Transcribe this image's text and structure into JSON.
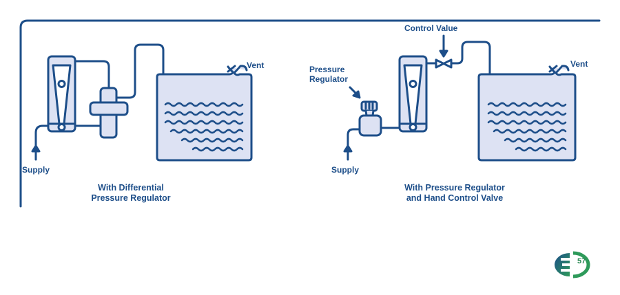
{
  "diagram": {
    "colors": {
      "stroke": "#1d4e89",
      "fill": "#dde2f3",
      "background": "#ffffff",
      "logo_blue": "#1d4e89",
      "logo_green": "#2e9a5a"
    },
    "left_panel": {
      "caption_line1": "With Differential",
      "caption_line2": "Pressure Regulator",
      "supply_label": "Supply",
      "vent_label": "Vent",
      "components": [
        "flowmeter",
        "differential-pressure-regulator",
        "tank",
        "vent"
      ]
    },
    "right_panel": {
      "caption_line1": "With Pressure Regulator",
      "caption_line2": "and Hand Control Valve",
      "supply_label": "Supply",
      "vent_label": "Vent",
      "pressure_regulator_label_line1": "Pressure",
      "pressure_regulator_label_line2": "Regulator",
      "control_valve_label": "Control Value",
      "components": [
        "pressure-regulator",
        "flowmeter",
        "control-valve",
        "tank",
        "vent"
      ]
    },
    "logo": {
      "letter": "E",
      "number": "57"
    }
  }
}
